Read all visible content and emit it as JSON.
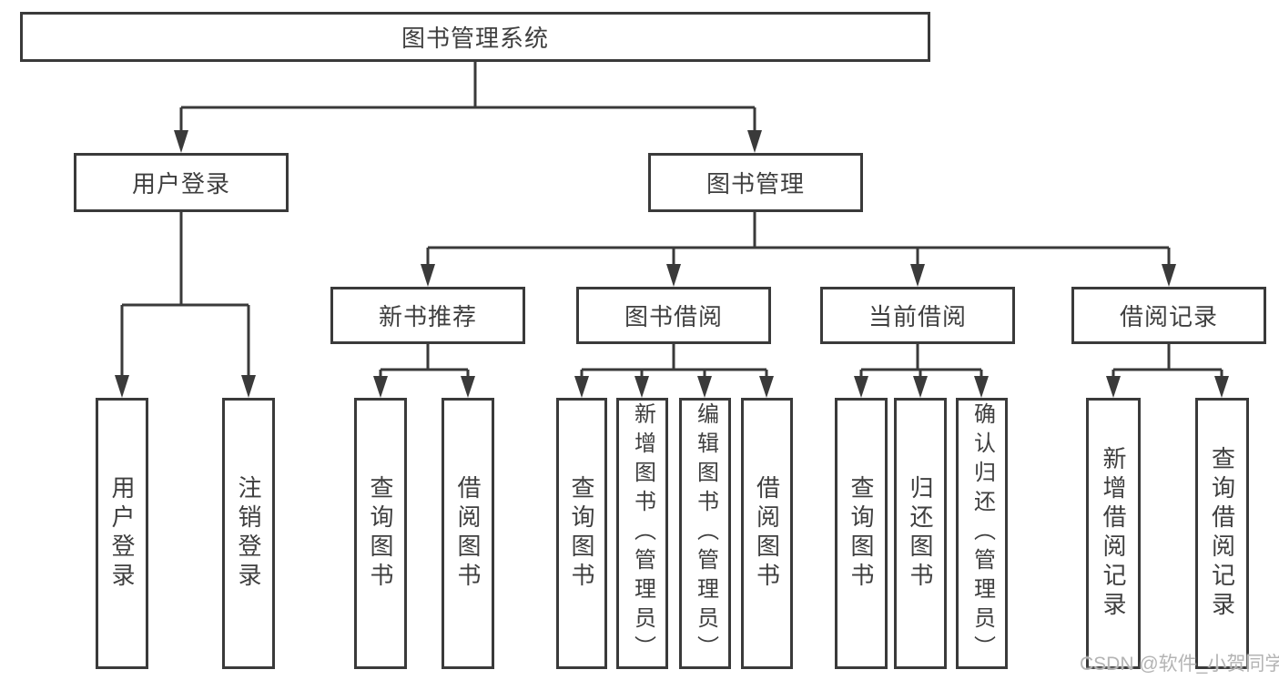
{
  "diagram": {
    "root": {
      "label": "图书管理系统"
    },
    "level2": [
      {
        "label": "用户登录"
      },
      {
        "label": "图书管理"
      }
    ],
    "level3": [
      {
        "label": "新书推荐"
      },
      {
        "label": "图书借阅"
      },
      {
        "label": "当前借阅"
      },
      {
        "label": "借阅记录"
      }
    ],
    "leaves": {
      "user_login": [
        "用户登录",
        "注销登录"
      ],
      "new_book": [
        "查询图书",
        "借阅图书"
      ],
      "book_borrow": [
        "查询图书",
        "新增图书（管理员）",
        "编辑图书（管理员）",
        "借阅图书"
      ],
      "current_borrow": [
        "查询图书",
        "归还图书",
        "确认归还（管理员）"
      ],
      "borrow_record": [
        "新增借阅记录",
        "查询借阅记录"
      ]
    }
  },
  "colors": {
    "line": "#3a3a3a",
    "text": "#3f3f3f",
    "watermark_text": "#b4b4b4",
    "background": "#ffffff"
  },
  "watermark": "CSDN @软件_小贺同学"
}
